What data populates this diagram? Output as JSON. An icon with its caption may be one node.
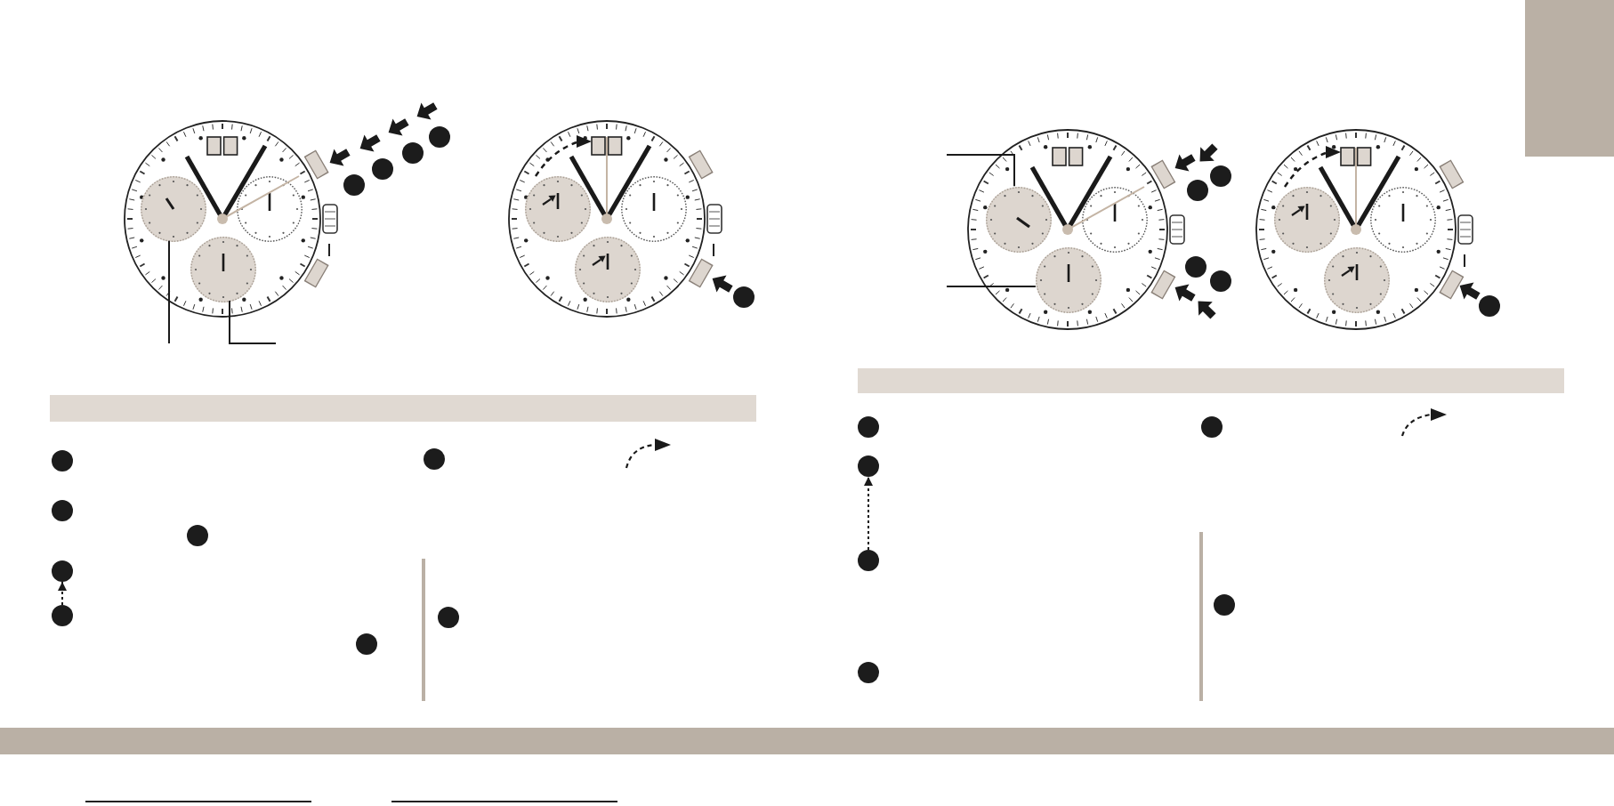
{
  "diagram": {
    "nodes": [
      {
        "text": [],
        "shape": "circle"
      },
      {
        "text": [],
        "shape": "circle"
      },
      {
        "text": [],
        "shape": "circle"
      },
      {
        "text": [],
        "shape": "arrow"
      },
      {
        "text": [],
        "shape": "arrow"
      },
      {
        "text": [],
        "shape": "arrow"
      },
      {
        "text": [],
        "shape": "arrow"
      },
      {
        "text": [],
        "shape": "circle"
      },
      {
        "text": [],
        "shape": "circle"
      },
      {
        "text": [],
        "shape": "circle"
      },
      {
        "text": [],
        "shape": "circle"
      },
      {
        "text": [],
        "shape": "circle"
      },
      {
        "text": [],
        "shape": "circle"
      },
      {
        "text": [],
        "shape": "circle"
      },
      {
        "text": [],
        "shape": "arrow"
      },
      {
        "text": [],
        "shape": "circle"
      },
      {
        "text": [],
        "shape": "circle"
      },
      {
        "text": [],
        "shape": "circle"
      },
      {
        "text": [],
        "shape": "circle"
      },
      {
        "text": [],
        "shape": "arrow"
      },
      {
        "text": [],
        "shape": "arrow"
      },
      {
        "text": [],
        "shape": "circle"
      },
      {
        "text": [],
        "shape": "circle"
      },
      {
        "text": [],
        "shape": "arrow"
      },
      {
        "text": [],
        "shape": "arrow"
      },
      {
        "text": [],
        "shape": "circle"
      },
      {
        "text": [],
        "shape": "circle"
      },
      {
        "text": [],
        "shape": "circle"
      },
      {
        "text": [],
        "shape": "circle"
      },
      {
        "text": [],
        "shape": "circle"
      },
      {
        "text": [],
        "shape": "arrow"
      },
      {
        "text": [],
        "shape": "circle"
      },
      {
        "text": [],
        "shape": "box"
      },
      {
        "text": [],
        "shape": "circle"
      },
      {
        "text": [],
        "shape": "circle"
      },
      {
        "text": [],
        "shape": "circle"
      },
      {
        "text": [],
        "shape": "circle"
      },
      {
        "text": [],
        "shape": "circle"
      },
      {
        "text": [],
        "shape": "circle"
      },
      {
        "text": [],
        "shape": "circle"
      },
      {
        "text": [],
        "shape": "circle"
      },
      {
        "text": [],
        "shape": "circle"
      },
      {
        "text": [],
        "shape": "circle"
      },
      {
        "text": [],
        "shape": "circle"
      },
      {
        "text": [],
        "shape": "circle"
      },
      {
        "text": [],
        "shape": "circle"
      },
      {
        "text": [],
        "shape": "circle"
      }
    ],
    "edges": [
      {
        "from": null,
        "to": 0,
        "arrow": "none"
      },
      {
        "from": null,
        "to": 2,
        "arrow": "none"
      },
      {
        "from": null,
        "to": 16,
        "arrow": "none"
      },
      {
        "from": null,
        "to": 18,
        "arrow": "none"
      },
      {
        "from": 37,
        "to": 36,
        "arrow": "to",
        "style": "dashed"
      },
      {
        "from": 43,
        "to": 42,
        "arrow": "to",
        "style": "dashed"
      }
    ]
  }
}
